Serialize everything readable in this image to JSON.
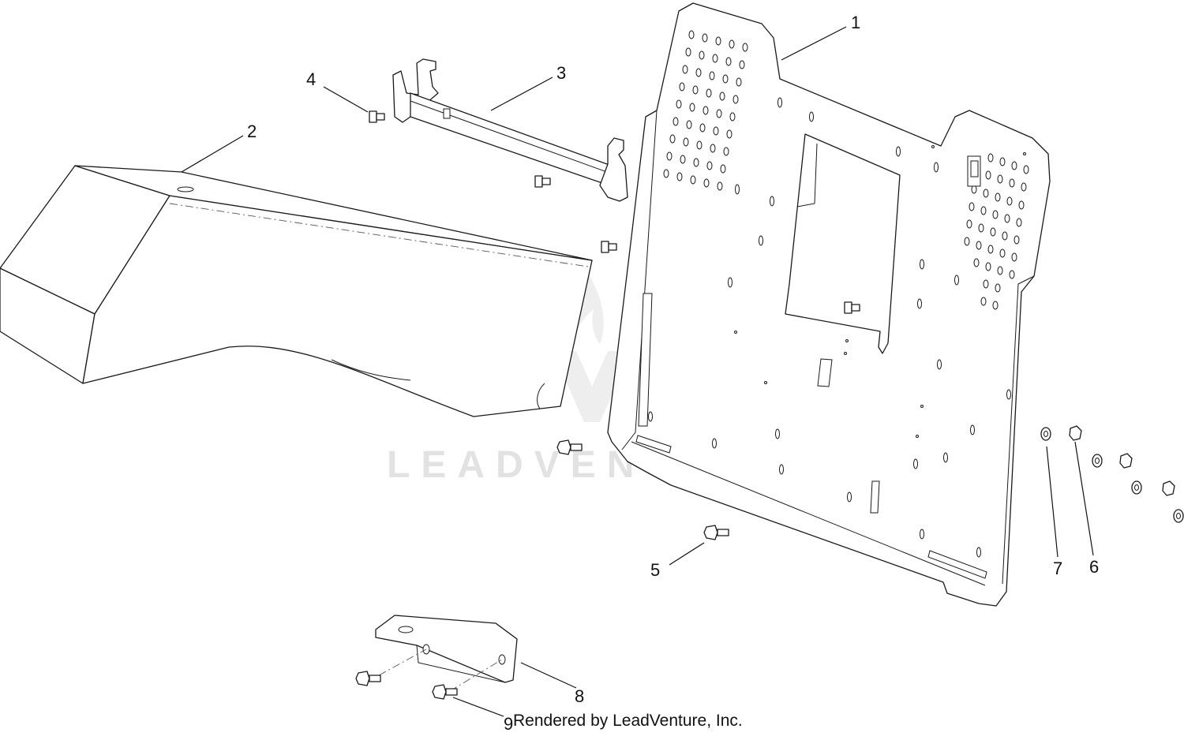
{
  "watermark": {
    "text": "LEADVENTURE"
  },
  "credit": "Rendered by LeadVenture, Inc.",
  "callouts": [
    {
      "id": "1",
      "label": "1"
    },
    {
      "id": "2",
      "label": "2"
    },
    {
      "id": "3",
      "label": "3"
    },
    {
      "id": "4",
      "label": "4"
    },
    {
      "id": "5",
      "label": "5"
    },
    {
      "id": "6",
      "label": "6"
    },
    {
      "id": "7",
      "label": "7"
    },
    {
      "id": "8",
      "label": "8"
    },
    {
      "id": "9",
      "label": "9"
    }
  ],
  "colors": {
    "line": "#1a1a1a",
    "background": "#ffffff",
    "watermark": "#e2e2e2"
  }
}
